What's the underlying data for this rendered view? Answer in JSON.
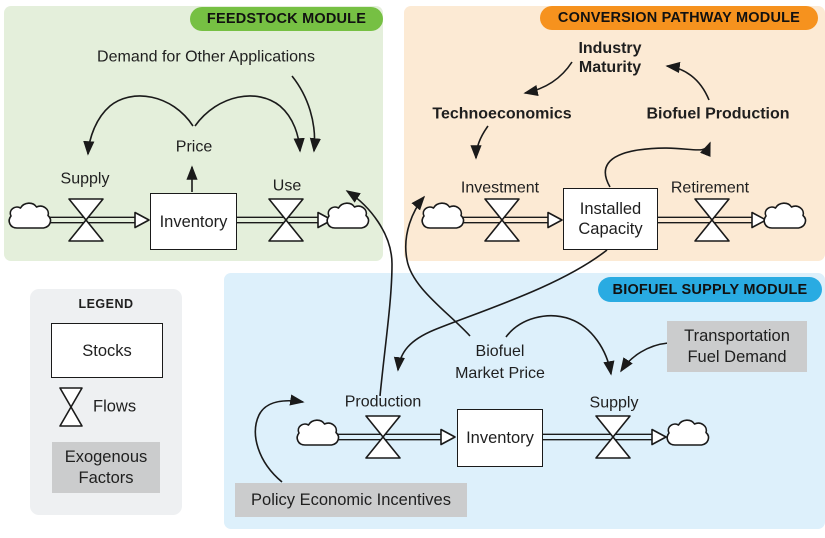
{
  "colors": {
    "text": "#1f1f1f",
    "line": "#1a1a1a",
    "feedstock_badge": "#76c043",
    "feedstock_bg": "#e4efdb",
    "conversion_badge": "#f6921e",
    "conversion_bg": "#fcead4",
    "biofuel_badge": "#29abe2",
    "biofuel_bg": "#ddf0fb",
    "legend_bg": "#eef0f2",
    "exogenous_box": "#cbcccd"
  },
  "feedstock": {
    "badge": "FEEDSTOCK MODULE",
    "demand_label": "Demand for Other Applications",
    "price_label": "Price",
    "supply_flow_label": "Supply",
    "use_flow_label": "Use",
    "stock_label": "Inventory"
  },
  "conversion": {
    "badge": "CONVERSION PATHWAY MODULE",
    "industry_maturity_line1": "Industry",
    "industry_maturity_line2": "Maturity",
    "technoeconomics_label": "Technoeconomics",
    "biofuel_production_label": "Biofuel Production",
    "investment_flow_label": "Investment",
    "retirement_flow_label": "Retirement",
    "stock_line1": "Installed",
    "stock_line2": "Capacity"
  },
  "biofuel": {
    "badge": "BIOFUEL SUPPLY MODULE",
    "market_price_line1": "Biofuel",
    "market_price_line2": "Market Price",
    "production_flow_label": "Production",
    "supply_flow_label": "Supply",
    "stock_label": "Inventory",
    "transportation_line1": "Transportation",
    "transportation_line2": "Fuel Demand",
    "policy_label": "Policy Economic Incentives"
  },
  "legend": {
    "title": "LEGEND",
    "stocks_label": "Stocks",
    "flows_label": "Flows",
    "exogenous_line1": "Exogenous",
    "exogenous_line2": "Factors"
  }
}
